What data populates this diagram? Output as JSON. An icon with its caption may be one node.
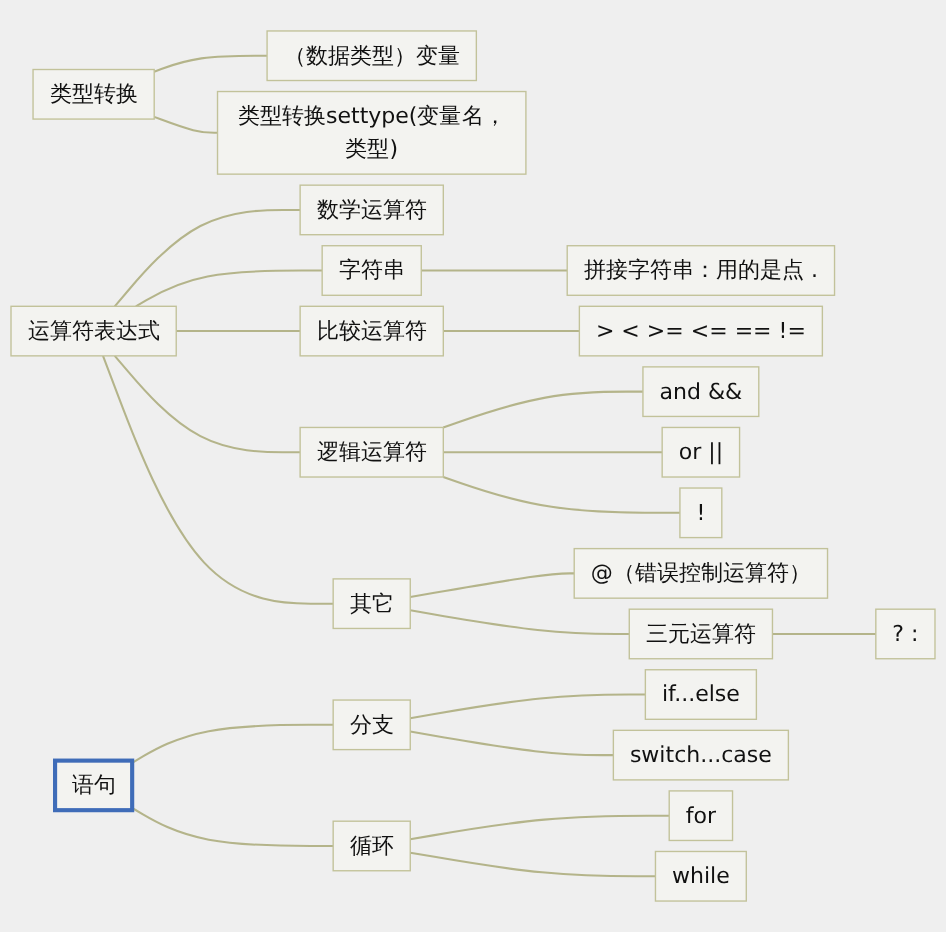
{
  "diagram": {
    "nodes": [
      {
        "text": [
          "类型转换"
        ]
      },
      {
        "text": [
          "（数据类型）变量"
        ]
      },
      {
        "text": [
          "类型转换settype(变量名，类型)"
        ]
      },
      {
        "text": [
          "运算符表达式"
        ]
      },
      {
        "text": [
          "数学运算符"
        ]
      },
      {
        "text": [
          "字符串"
        ]
      },
      {
        "text": [
          "拼接字符串：用的是点 ."
        ]
      },
      {
        "text": [
          "比较运算符"
        ]
      },
      {
        "text": [
          "> < >= <= == !="
        ]
      },
      {
        "text": [
          "逻辑运算符"
        ]
      },
      {
        "text": [
          "and &&"
        ]
      },
      {
        "text": [
          "or ||"
        ]
      },
      {
        "text": [
          "!"
        ]
      },
      {
        "text": [
          "其它"
        ]
      },
      {
        "text": [
          "@（错误控制运算符）"
        ]
      },
      {
        "text": [
          "三元运算符"
        ]
      },
      {
        "text": [
          "? :"
        ]
      },
      {
        "text": [
          "语句"
        ]
      },
      {
        "text": [
          "分支"
        ]
      },
      {
        "text": [
          "if...else"
        ]
      },
      {
        "text": [
          "switch...case"
        ]
      },
      {
        "text": [
          "循环"
        ]
      },
      {
        "text": [
          "for"
        ]
      },
      {
        "text": [
          "while"
        ]
      }
    ],
    "edges": [
      {
        "from": 0,
        "to": 1,
        "arrow": "none"
      },
      {
        "from": 0,
        "to": 2,
        "arrow": "none"
      },
      {
        "from": 3,
        "to": 4,
        "arrow": "none"
      },
      {
        "from": 3,
        "to": 5,
        "arrow": "none"
      },
      {
        "from": 5,
        "to": 6,
        "arrow": "none"
      },
      {
        "from": 3,
        "to": 7,
        "arrow": "none"
      },
      {
        "from": 7,
        "to": 8,
        "arrow": "none"
      },
      {
        "from": 3,
        "to": 9,
        "arrow": "none"
      },
      {
        "from": 9,
        "to": 10,
        "arrow": "none"
      },
      {
        "from": 9,
        "to": 11,
        "arrow": "none"
      },
      {
        "from": 9,
        "to": 12,
        "arrow": "none"
      },
      {
        "from": 3,
        "to": 13,
        "arrow": "none"
      },
      {
        "from": 13,
        "to": 14,
        "arrow": "none"
      },
      {
        "from": 13,
        "to": 15,
        "arrow": "none"
      },
      {
        "from": 15,
        "to": 16,
        "arrow": "none"
      },
      {
        "from": 17,
        "to": 18,
        "arrow": "none"
      },
      {
        "from": 18,
        "to": 19,
        "arrow": "none"
      },
      {
        "from": 18,
        "to": 20,
        "arrow": "none"
      },
      {
        "from": 17,
        "to": 21,
        "arrow": "none"
      },
      {
        "from": 21,
        "to": 22,
        "arrow": "none"
      },
      {
        "from": 21,
        "to": 23,
        "arrow": "none"
      }
    ]
  }
}
